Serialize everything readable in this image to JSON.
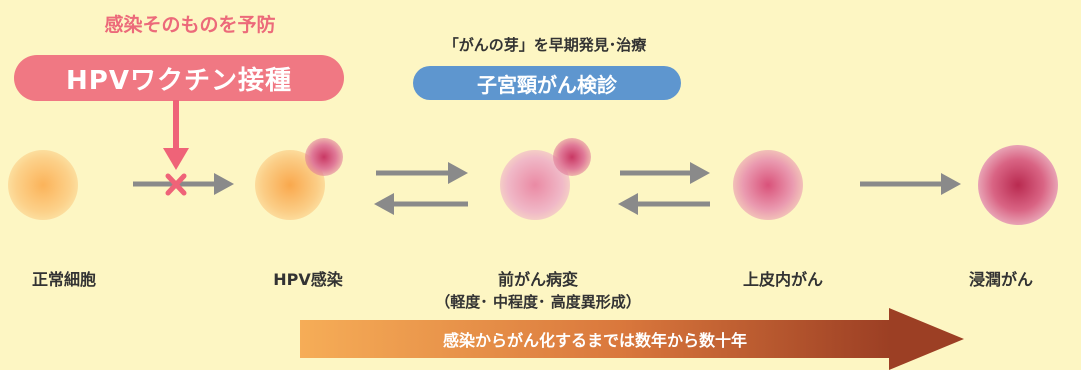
{
  "prevention": {
    "heading": "感染そのものを予防",
    "vaccine_label": "HPVワクチン接種",
    "block_mark": "×"
  },
  "screening": {
    "caption": "「がんの芽」を早期発見･治療",
    "label": "子宮頸がん検診"
  },
  "stages": [
    {
      "label": "正常細胞"
    },
    {
      "label": "HPV感染"
    },
    {
      "label": "前がん病変",
      "sublabel": "（軽度･ 中程度･ 高度異形成）"
    },
    {
      "label": "上皮内がん"
    },
    {
      "label": "浸潤がん"
    }
  ],
  "timeline": {
    "text": "感染からがん化するまでは数年から数十年"
  },
  "colors": {
    "background": "#fdf6c3",
    "vaccine_pill": "#f07883",
    "screening_pill": "#5e96cf",
    "arrow_gray": "#8a8a8a",
    "block_mark": "#ef6378"
  }
}
